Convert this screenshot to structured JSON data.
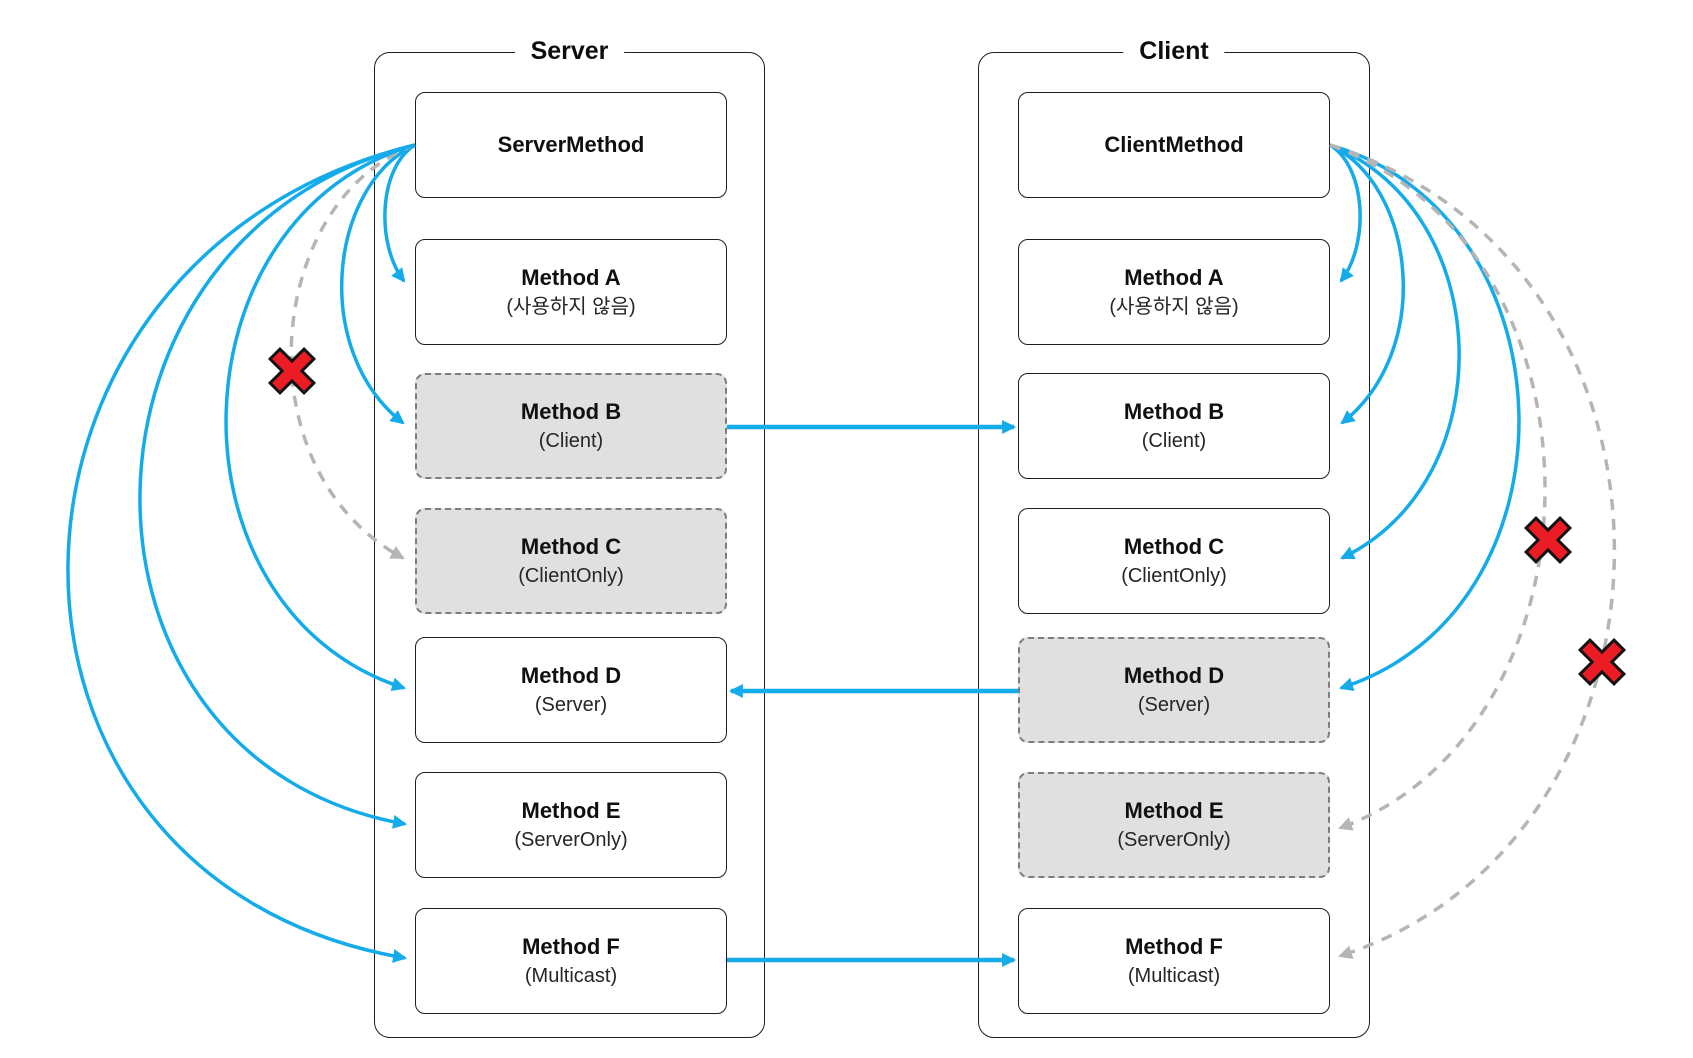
{
  "diagram": {
    "groups": [
      {
        "title": "Server",
        "methods": [
          {
            "title": "ServerMethod",
            "subtitle": "",
            "variant": "plain"
          },
          {
            "title": "Method A",
            "subtitle": "(사용하지 않음)",
            "variant": "plain"
          },
          {
            "title": "Method B",
            "subtitle": "(Client)",
            "variant": "highlight"
          },
          {
            "title": "Method C",
            "subtitle": "(ClientOnly)",
            "variant": "highlight"
          },
          {
            "title": "Method D",
            "subtitle": "(Server)",
            "variant": "plain"
          },
          {
            "title": "Method E",
            "subtitle": "(ServerOnly)",
            "variant": "plain"
          },
          {
            "title": "Method F",
            "subtitle": "(Multicast)",
            "variant": "plain"
          }
        ]
      },
      {
        "title": "Client",
        "methods": [
          {
            "title": "ClientMethod",
            "subtitle": "",
            "variant": "plain"
          },
          {
            "title": "Method A",
            "subtitle": "(사용하지 않음)",
            "variant": "plain"
          },
          {
            "title": "Method B",
            "subtitle": "(Client)",
            "variant": "plain"
          },
          {
            "title": "Method C",
            "subtitle": "(ClientOnly)",
            "variant": "plain"
          },
          {
            "title": "Method D",
            "subtitle": "(Server)",
            "variant": "highlight"
          },
          {
            "title": "Method E",
            "subtitle": "(ServerOnly)",
            "variant": "highlight"
          },
          {
            "title": "Method F",
            "subtitle": "(Multicast)",
            "variant": "plain"
          }
        ]
      }
    ],
    "connections": [
      {
        "id": "sv-a",
        "from": "ServerMethod",
        "to": "Server.Method A",
        "type": "allowed"
      },
      {
        "id": "sv-b",
        "from": "ServerMethod",
        "to": "Server.Method B",
        "type": "allowed"
      },
      {
        "id": "sv-c",
        "from": "ServerMethod",
        "to": "Server.Method C",
        "type": "blocked"
      },
      {
        "id": "sv-d",
        "from": "ServerMethod",
        "to": "Server.Method D",
        "type": "allowed"
      },
      {
        "id": "sv-e",
        "from": "ServerMethod",
        "to": "Server.Method E",
        "type": "allowed"
      },
      {
        "id": "sv-f",
        "from": "ServerMethod",
        "to": "Server.Method F",
        "type": "allowed"
      },
      {
        "id": "cl-a",
        "from": "ClientMethod",
        "to": "Client.Method A",
        "type": "allowed"
      },
      {
        "id": "cl-b",
        "from": "ClientMethod",
        "to": "Client.Method B",
        "type": "allowed"
      },
      {
        "id": "cl-c",
        "from": "ClientMethod",
        "to": "Client.Method C",
        "type": "allowed"
      },
      {
        "id": "cl-d",
        "from": "ClientMethod",
        "to": "Client.Method D",
        "type": "allowed"
      },
      {
        "id": "cl-e",
        "from": "ClientMethod",
        "to": "Client.Method E",
        "type": "blocked"
      },
      {
        "id": "cl-f",
        "from": "ClientMethod",
        "to": "Client.Method F",
        "type": "blocked"
      },
      {
        "id": "x-b",
        "from": "Server.Method B",
        "to": "Client.Method B",
        "type": "allowed"
      },
      {
        "id": "x-d",
        "from": "Client.Method D",
        "to": "Server.Method D",
        "type": "allowed"
      },
      {
        "id": "x-f",
        "from": "Server.Method F",
        "to": "Client.Method F",
        "type": "allowed"
      }
    ],
    "colors": {
      "allowed": "#14abeb",
      "blocked": "#b5b5b5",
      "x_mark": "#ec1c24",
      "highlight_fill": "#e0e0e0"
    }
  }
}
